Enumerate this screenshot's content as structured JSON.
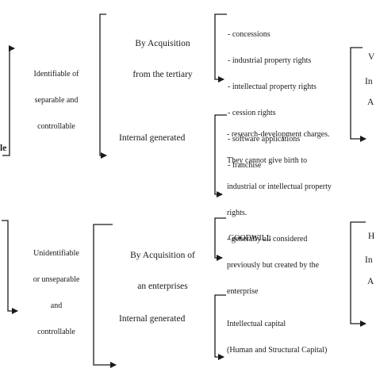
{
  "top": {
    "left_fragment": "le",
    "category": [
      "Identifiable of",
      "separable and",
      "controllable"
    ],
    "acquisition": [
      "By Acquisition",
      "from the tertiary"
    ],
    "internal": "Internal generated",
    "acquisition_items": [
      "- concessions",
      "- industrial property rights",
      "- intellectual property rights",
      "- cession rights",
      "- software applications",
      "- franchise"
    ],
    "internal_items": [
      "- research-development charges.",
      "They cannot give birth to",
      "industrial or intellectual property",
      "rights.",
      "- generally all considered",
      "previously but created by the",
      "enterprise"
    ],
    "right_fragments": [
      "V",
      "In",
      "A"
    ]
  },
  "bottom": {
    "category": [
      "Unidentifiable",
      "or unseparable",
      "and",
      "controllable"
    ],
    "acquisition": [
      "By Acquisition of",
      "an enterprises"
    ],
    "internal": "Internal generated",
    "goodwill": "GOODWILL",
    "intellectual": [
      "Intellectual capital",
      "(Human and Structural Capital)"
    ],
    "right_fragments": [
      "H",
      "In",
      "A"
    ]
  }
}
